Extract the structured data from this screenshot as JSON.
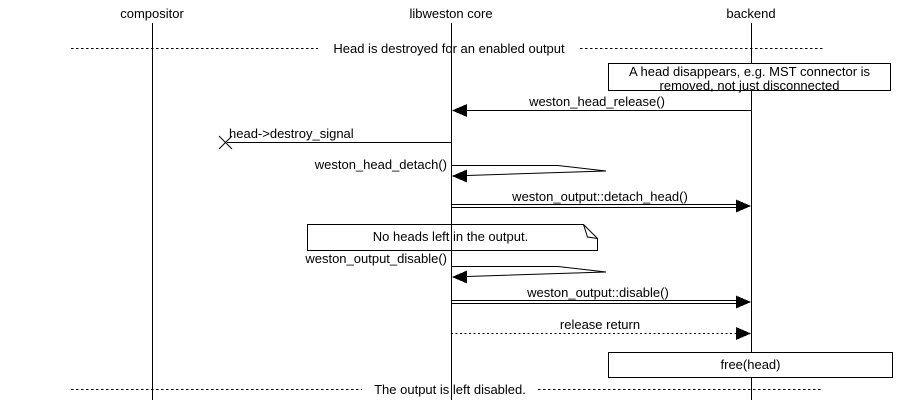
{
  "colors": {
    "background": "#ffffff",
    "line": "#000000",
    "text": "#000000"
  },
  "actors": [
    {
      "label": "compositor"
    },
    {
      "label": "libweston core"
    },
    {
      "label": "backend"
    }
  ],
  "dividers": [
    {
      "label": "Head is destroyed for an enabled output"
    },
    {
      "label": "The output is left disabled."
    }
  ],
  "notes": [
    {
      "line1": "A head disappears, e.g. MST connector is",
      "line2": "removed, not just disconnected"
    },
    {
      "text": "No heads left in the output."
    }
  ],
  "messages": [
    {
      "label": "weston_head_release()",
      "from": "backend",
      "to": "libweston core",
      "style": "call"
    },
    {
      "label": "head->destroy_signal",
      "from": "libweston core",
      "to": "lost",
      "style": "lost-message"
    },
    {
      "label": "weston_head_detach()",
      "from": "libweston core",
      "to": "libweston core",
      "style": "self-call"
    },
    {
      "label": "weston_output::detach_head()",
      "from": "libweston core",
      "to": "backend",
      "style": "method-call"
    },
    {
      "label": "weston_output_disable()",
      "from": "libweston core",
      "to": "libweston core",
      "style": "self-call"
    },
    {
      "label": "weston_output::disable()",
      "from": "libweston core",
      "to": "backend",
      "style": "method-call"
    },
    {
      "label": "release return",
      "from": "libweston core",
      "to": "backend",
      "style": "dotted-return"
    }
  ],
  "action_box": {
    "label": "free(head)"
  }
}
